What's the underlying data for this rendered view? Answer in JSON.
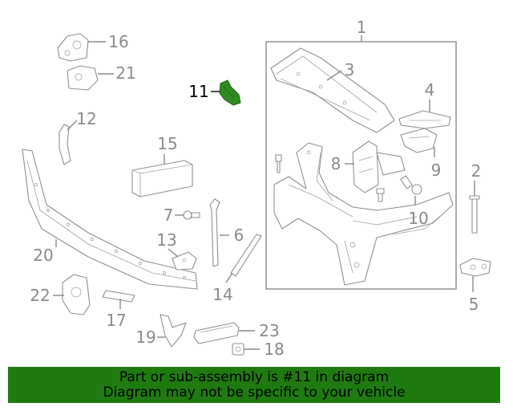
{
  "diagram": {
    "highlight_color": "#2e8b22",
    "callouts": [
      {
        "id": "c1",
        "label": "1"
      },
      {
        "id": "c2",
        "label": "2"
      },
      {
        "id": "c3",
        "label": "3"
      },
      {
        "id": "c4",
        "label": "4"
      },
      {
        "id": "c5",
        "label": "5"
      },
      {
        "id": "c6",
        "label": "6"
      },
      {
        "id": "c7",
        "label": "7"
      },
      {
        "id": "c8",
        "label": "8"
      },
      {
        "id": "c9",
        "label": "9"
      },
      {
        "id": "c10",
        "label": "10"
      },
      {
        "id": "c11",
        "label": "11"
      },
      {
        "id": "c12",
        "label": "12"
      },
      {
        "id": "c13",
        "label": "13"
      },
      {
        "id": "c14",
        "label": "14"
      },
      {
        "id": "c15",
        "label": "15"
      },
      {
        "id": "c16",
        "label": "16"
      },
      {
        "id": "c17",
        "label": "17"
      },
      {
        "id": "c18",
        "label": "18"
      },
      {
        "id": "c19",
        "label": "19"
      },
      {
        "id": "c20",
        "label": "20"
      },
      {
        "id": "c21",
        "label": "21"
      },
      {
        "id": "c22",
        "label": "22"
      },
      {
        "id": "c23",
        "label": "23"
      }
    ]
  },
  "banner": {
    "line1": "Part or sub-assembly is #11 in diagram",
    "line2": "Diagram may not be specific to your vehicle",
    "background": "#1f7a10"
  }
}
